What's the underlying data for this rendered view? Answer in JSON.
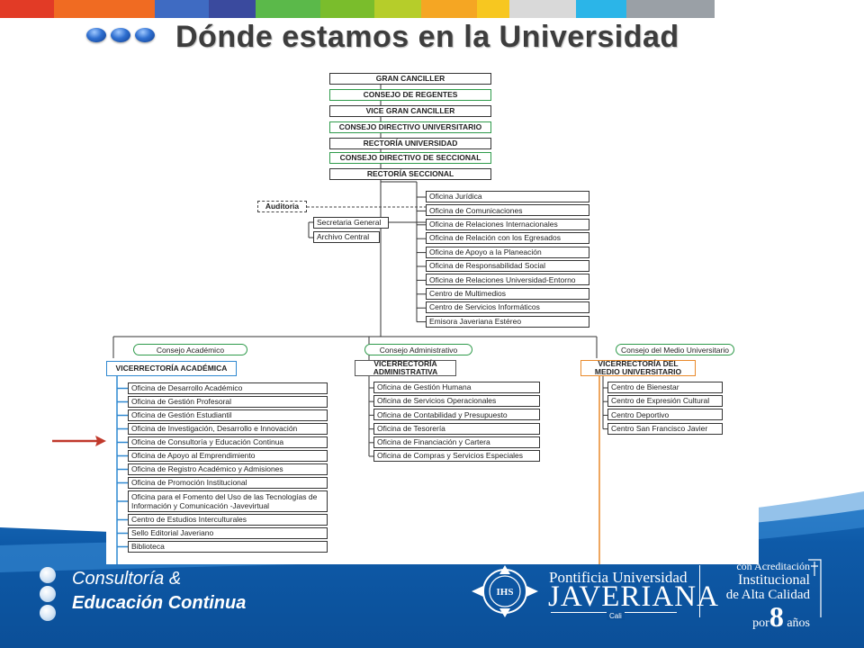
{
  "slide": {
    "title": "Dónde estamos en la Universidad",
    "stripe_colors": [
      "#e23b26",
      "#f06b22",
      "#3f6bc2",
      "#3a4a9e",
      "#5bb94a",
      "#7abd2c",
      "#b6cd2a",
      "#f5a623",
      "#f7c720",
      "#d9d9d9",
      "#2bb5e8",
      "#9aa0a6"
    ]
  },
  "colors": {
    "green_border": "#2e9a4a",
    "academic_blue": "#2f88d0",
    "medio_orange": "#e98a2b",
    "admin_gray": "#555555",
    "arrow_red": "#c0392b",
    "footer_blue": "#0e5aa8"
  },
  "org": {
    "top": [
      {
        "label": "GRAN CANCILLER",
        "style": "plain"
      },
      {
        "label": "CONSEJO DE REGENTES",
        "style": "green"
      },
      {
        "label": "VICE GRAN CANCILLER",
        "style": "plain"
      },
      {
        "label": "CONSEJO DIRECTIVO UNIVERSITARIO",
        "style": "green"
      },
      {
        "label": "RECTORÍA UNIVERSIDAD",
        "style": "plain"
      },
      {
        "label": "CONSEJO DIRECTIVO DE SECCIONAL",
        "style": "green"
      },
      {
        "label": "RECTORÍA SECCIONAL",
        "style": "plain"
      }
    ],
    "auditoria": "Auditoria",
    "secretaria": "Secretaria General",
    "archivo": "Archivo Central",
    "offices": [
      "Oficina Jurídica",
      "Oficina de Comunicaciones",
      "Oficina de Relaciones Internacionales",
      "Oficina de Relación con los Egresados",
      "Oficina de Apoyo a la Planeación",
      "Oficina de Responsabilidad Social",
      "Oficina de Relaciones Universidad-Entorno",
      "Centro de Multimedios",
      "Centro de Servicios Informáticos",
      "Emisora Javeriana Estéreo"
    ],
    "councils": {
      "academico": "Consejo Académico",
      "administrativo": "Consejo Administrativo",
      "medio": "Consejo del Medio Universitario"
    },
    "vicerrectorias": {
      "academica": "VICERRECTORÍA ACADÉMICA",
      "administrativa_1": "VICERRECTORÍA",
      "administrativa_2": "ADMINISTRATIVA",
      "medio_1": "VICERRECTORÍA DEL",
      "medio_2": "MEDIO UNIVERSITARIO"
    },
    "academic_units": [
      "Oficina de Desarrollo Académico",
      "Oficina de Gestión Profesoral",
      "Oficina de Gestión Estudiantil",
      "Oficina de Investigación, Desarrollo e Innovación",
      "Oficina de Consultoría y Educación Continua",
      "Oficina de Apoyo al Emprendimiento",
      "Oficina de Registro Académico y Admisiones",
      "Oficina de Promoción Institucional",
      "Oficina para el Fomento del Uso de las Tecnologías de Información y Comunicación -Javevirtual",
      "Centro de Estudios Interculturales",
      "Sello Editorial Javeriano",
      "Biblioteca"
    ],
    "admin_units": [
      "Oficina de Gestión Humana",
      "Oficina de Servicios Operacionales",
      "Oficina de Contabilidad y Presupuesto",
      "Oficina de Tesorería",
      "Oficina de Financiación y Cartera",
      "Oficina de Compras y Servicios Especiales"
    ],
    "medio_units": [
      "Centro de Bienestar",
      "Centro de Expresión Cultural",
      "Centro Deportivo",
      "Centro San Francisco Javier"
    ],
    "highlighted_unit_index": 4
  },
  "footer": {
    "brand_line1": "Consultoría &",
    "brand_line2": "Educación Continua",
    "puj_line1": "Pontificia Universidad",
    "puj_line2": "JAVERIANA",
    "puj_city": "Cali",
    "seal_text": "IHS",
    "acr_line1": "con Acreditación",
    "acr_line2": "Institucional",
    "acr_line3": "de Alta Calidad",
    "acr_por": "por",
    "acr_num": "8",
    "acr_anos": "años"
  }
}
